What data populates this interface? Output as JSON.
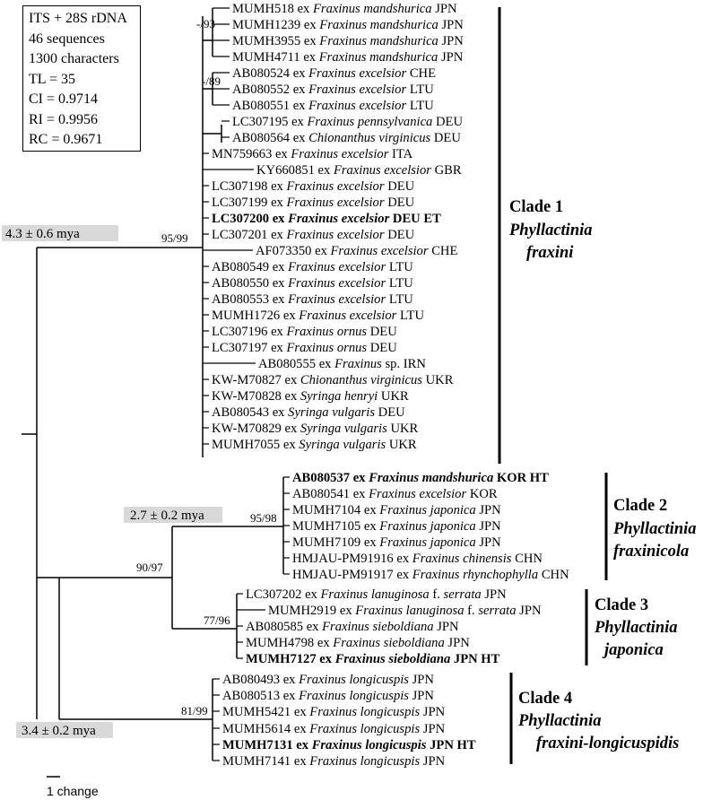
{
  "info": [
    "ITS + 28S rDNA",
    "46 sequences",
    "1300 characters",
    "TL = 35",
    "CI = 0.9714",
    "RI = 0.9956",
    "RC = 0.9671"
  ],
  "ages": [
    "4.3 ± 0.6 mya",
    "2.7 ± 0.2 mya",
    "3.4 ± 0.2 mya"
  ],
  "supports": [
    "-/93",
    "-/89",
    "95/99",
    "95/98",
    "90/97",
    "77/96",
    "81/99"
  ],
  "scale_label": "1 change",
  "clade_1_taxa": [
    {
      "acc": "MUMH518",
      "ex": " ex ",
      "host": "Fraxinus mandshurica",
      "tail": " JPN",
      "bold": false
    },
    {
      "acc": "MUMH1239",
      "ex": " ex ",
      "host": "Fraxinus mandshurica",
      "tail": " JPN",
      "bold": false
    },
    {
      "acc": "MUMH3955",
      "ex": " ex ",
      "host": "Fraxinus mandshurica",
      "tail": " JPN",
      "bold": false
    },
    {
      "acc": "MUMH4711",
      "ex": " ex ",
      "host": "Fraxinus mandshurica",
      "tail": " JPN",
      "bold": false
    },
    {
      "acc": "AB080524",
      "ex": " ex ",
      "host": "Fraxinus excelsior",
      "tail": " CHE",
      "bold": false
    },
    {
      "acc": "AB080552",
      "ex": " ex ",
      "host": "Fraxinus excelsior",
      "tail": " LTU",
      "bold": false
    },
    {
      "acc": "AB080551",
      "ex": " ex ",
      "host": "Fraxinus excelsior",
      "tail": " LTU",
      "bold": false
    },
    {
      "acc": "LC307195",
      "ex": " ex ",
      "host": "Fraxinus pennsylvanica",
      "tail": " DEU",
      "bold": false
    },
    {
      "acc": "AB080564",
      "ex": " ex ",
      "host": "Chionanthus virginicus",
      "tail": " DEU",
      "bold": false
    },
    {
      "acc": "MN759663",
      "ex": " ex ",
      "host": "Fraxinus excelsior",
      "tail": " ITA",
      "bold": false
    },
    {
      "acc": "KY660851",
      "ex": " ex ",
      "host": "Fraxinus excelsior",
      "tail": " GBR",
      "bold": false
    },
    {
      "acc": "LC307198",
      "ex": " ex ",
      "host": "Fraxinus excelsior",
      "tail": " DEU",
      "bold": false
    },
    {
      "acc": "LC307199",
      "ex": " ex ",
      "host": "Fraxinus excelsior",
      "tail": " DEU",
      "bold": false
    },
    {
      "acc": "LC307200",
      "ex": " ex ",
      "host": "Fraxinus excelsior",
      "tail": " DEU ET",
      "bold": true
    },
    {
      "acc": "LC307201",
      "ex": " ex ",
      "host": "Fraxinus excelsior",
      "tail": " DEU",
      "bold": false
    },
    {
      "acc": "AF073350",
      "ex": " ex ",
      "host": "Fraxinus excelsior",
      "tail": " CHE",
      "bold": false
    },
    {
      "acc": "AB080549",
      "ex": " ex ",
      "host": "Fraxinus excelsior",
      "tail": " LTU",
      "bold": false
    },
    {
      "acc": "AB080550",
      "ex": " ex ",
      "host": "Fraxinus excelsior",
      "tail": " LTU",
      "bold": false
    },
    {
      "acc": "AB080553",
      "ex": " ex ",
      "host": "Fraxinus excelsior",
      "tail": " LTU",
      "bold": false
    },
    {
      "acc": "MUMH1726",
      "ex": " ex ",
      "host": "Fraxinus excelsior",
      "tail": " LTU",
      "bold": false
    },
    {
      "acc": "LC307196",
      "ex": " ex ",
      "host": "Fraxinus ornus",
      "tail": " DEU",
      "bold": false
    },
    {
      "acc": "LC307197",
      "ex": " ex ",
      "host": "Fraxinus ornus",
      "tail": " DEU",
      "bold": false
    },
    {
      "acc": "AB080555",
      "ex": " ex ",
      "host": "Fraxinus",
      "tail": " sp. IRN",
      "bold": false
    },
    {
      "acc": "KW-M70827",
      "ex": " ex ",
      "host": "Chionanthus virginicus",
      "tail": " UKR",
      "bold": false
    },
    {
      "acc": "KW-M70828",
      "ex": " ex ",
      "host": "Syringa henryi",
      "tail": " UKR",
      "bold": false
    },
    {
      "acc": "AB080543",
      "ex": " ex ",
      "host": "Syringa vulgaris",
      "tail": " DEU",
      "bold": false
    },
    {
      "acc": "KW-M70829",
      "ex": " ex ",
      "host": "Syringa vulgaris",
      "tail": " UKR",
      "bold": false
    },
    {
      "acc": "MUMH7055",
      "ex": " ex ",
      "host": "Syringa vulgaris",
      "tail": " UKR",
      "bold": false
    }
  ],
  "clade_2_taxa": [
    {
      "acc": "AB080537",
      "ex": " ex ",
      "host": "Fraxinus mandshurica",
      "tail": " KOR HT",
      "bold": true
    },
    {
      "acc": "AB080541",
      "ex": " ex ",
      "host": "Fraxinus excelsior",
      "tail": " KOR",
      "bold": false
    },
    {
      "acc": "MUMH7104",
      "ex": " ex ",
      "host": "Fraxinus japonica",
      "tail": " JPN",
      "bold": false
    },
    {
      "acc": "MUMH7105",
      "ex": " ex ",
      "host": "Fraxinus japonica",
      "tail": " JPN",
      "bold": false
    },
    {
      "acc": "MUMH7109",
      "ex": " ex ",
      "host": "Fraxinus japonica",
      "tail": " JPN",
      "bold": false
    },
    {
      "acc": "HMJAU-PM91916",
      "ex": " ex ",
      "host": "Fraxinus chinensis",
      "tail": " CHN",
      "bold": false
    },
    {
      "acc": "HMJAU-PM91917",
      "ex": " ex ",
      "host": "Fraxinus rhynchophylla",
      "tail": " CHN",
      "bold": false
    }
  ],
  "clade_3_taxa": [
    {
      "acc": "LC307202",
      "ex": " ex ",
      "host": "Fraxinus lanuginosa",
      "tail": " f. serrata JPN",
      "tail_italic": "serrata",
      "bold": false
    },
    {
      "acc": "MUMH2919",
      "ex": " ex ",
      "host": "Fraxinus lanuginosa",
      "tail": " f. serrata JPN",
      "tail_italic": "serrata",
      "bold": false
    },
    {
      "acc": "AB080585",
      "ex": " ex ",
      "host": "Fraxinus sieboldiana",
      "tail": " JPN",
      "bold": false
    },
    {
      "acc": "MUMH4798",
      "ex": " ex ",
      "host": "Fraxinus sieboldiana",
      "tail": " JPN",
      "bold": false
    },
    {
      "acc": "MUMH7127",
      "ex": " ex ",
      "host": "Fraxinus sieboldiana",
      "tail": " JPN HT",
      "bold": true
    }
  ],
  "clade_4_taxa": [
    {
      "acc": "AB080493",
      "ex": " ex ",
      "host": "Fraxinus longicuspis",
      "tail": " JPN",
      "bold": false
    },
    {
      "acc": "AB080513",
      "ex": " ex ",
      "host": "Fraxinus longicuspis",
      "tail": " JPN",
      "bold": false
    },
    {
      "acc": "MUMH5421",
      "ex": " ex ",
      "host": "Fraxinus longicuspis",
      "tail": " JPN",
      "bold": false
    },
    {
      "acc": "MUMH5614",
      "ex": " ex ",
      "host": "Fraxinus longicuspis",
      "tail": " JPN",
      "bold": false
    },
    {
      "acc": "MUMH7131",
      "ex": " ex ",
      "host": "Fraxinus longicuspis",
      "tail": " JPN HT",
      "bold": true
    },
    {
      "acc": "MUMH7141",
      "ex": " ex ",
      "host": "Fraxinus longicuspis",
      "tail": " JPN",
      "bold": false
    }
  ],
  "clades": [
    {
      "title": "Clade 1",
      "name_lines": [
        "Phyllactinia",
        "fraxini"
      ]
    },
    {
      "title": "Clade 2",
      "name_lines": [
        "Phyllactinia",
        "fraxinicola"
      ]
    },
    {
      "title": "Clade 3",
      "name_lines": [
        "Phyllactinia",
        "japonica"
      ]
    },
    {
      "title": "Clade 4",
      "name_lines": [
        "Phyllactinia",
        "fraxini-longicuspidis"
      ]
    }
  ]
}
